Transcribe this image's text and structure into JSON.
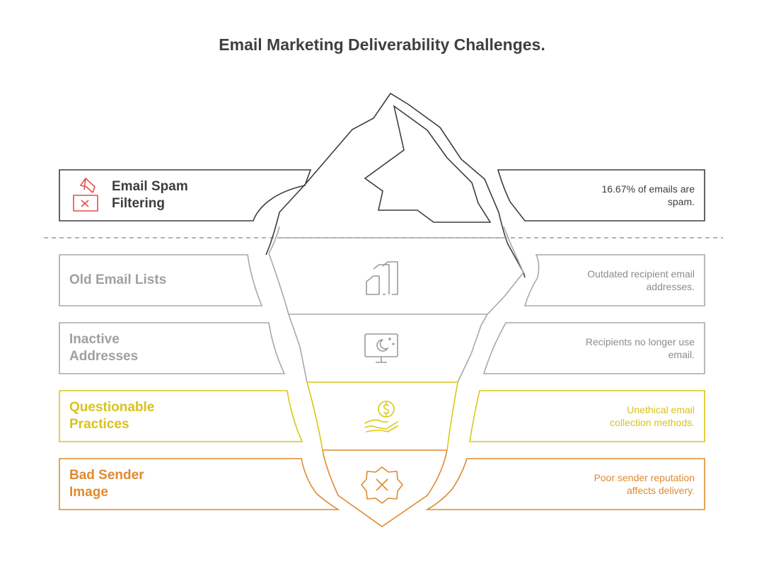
{
  "title": "Email Marketing Deliverability Challenges.",
  "colors": {
    "tip": "#3d3d3d",
    "tip_icon": "#e0504d",
    "gray": "#9a9a9a",
    "gray_text": "#8c8c8c",
    "yellow": "#dcc617",
    "orange": "#e08a2f"
  },
  "layers": [
    {
      "label_line1": "Email Spam",
      "label_line2": "Filtering",
      "description": "16.67% of emails are spam.",
      "icon": "spam-mailbox-icon"
    },
    {
      "label_line1": "Old Email Lists",
      "label_line2": "",
      "description": "Outdated recipient email addresses.",
      "icon": "documents-icon"
    },
    {
      "label_line1": "Inactive",
      "label_line2": "Addresses",
      "description": "Recipients no longer use email.",
      "icon": "monitor-sleep-icon"
    },
    {
      "label_line1": "Questionable",
      "label_line2": "Practices",
      "description": "Unethical email collection methods.",
      "icon": "hand-coin-icon"
    },
    {
      "label_line1": "Bad Sender",
      "label_line2": "Image",
      "description": "Poor sender reputation affects delivery.",
      "icon": "badge-x-icon"
    }
  ]
}
